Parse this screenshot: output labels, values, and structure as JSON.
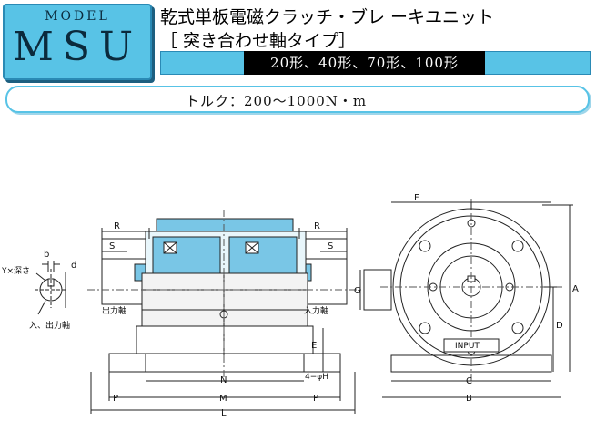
{
  "header": {
    "model_label": "MODEL",
    "model_name": "MSU",
    "title_line1": "乾式単板電磁クラッチ・ブレ ーキユニット",
    "title_line2": "［ 突き合わせ軸タイプ］",
    "sizes": "20形、40形、70形、100形",
    "torque": "トルク：200〜1000N・m"
  },
  "drawing": {
    "left_labels": {
      "yx": "Y×深さ",
      "b": "b",
      "d": "d",
      "shaft": "入、出力軸"
    },
    "front_labels": {
      "R_left": "R",
      "S_left": "S",
      "R_right": "R",
      "S_right": "S",
      "out_shaft": "出力軸",
      "in_shaft": "入力軸",
      "E": "E",
      "hole": "4−φH",
      "N": "N",
      "M": "M",
      "L": "L",
      "P_left": "P",
      "P_right": "P"
    },
    "side_labels": {
      "F": "F",
      "G": "G",
      "A": "A",
      "D": "D",
      "C": "C",
      "B": "B",
      "input": "INPUT"
    },
    "colors": {
      "accent": "#58c3e6",
      "part_blue": "#79c6e6",
      "line": "#222222"
    }
  }
}
